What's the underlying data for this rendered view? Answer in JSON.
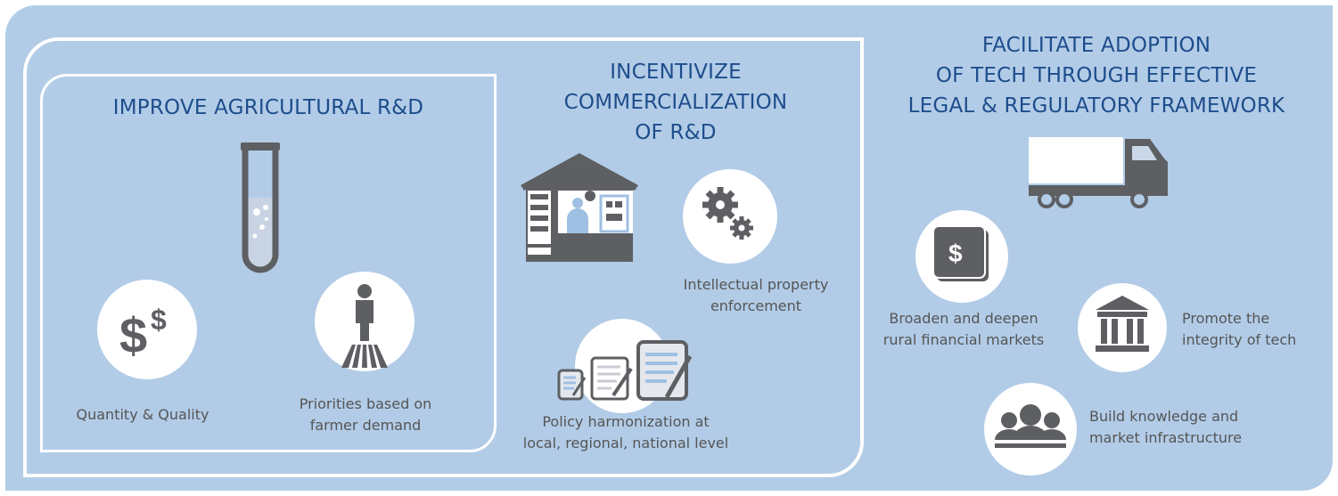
{
  "sections": {
    "rd": {
      "title": "IMPROVE AGRICULTURAL R&D",
      "items": [
        {
          "label": "Quantity & Quality",
          "icon": "dollar-icon"
        },
        {
          "label_line1": "Priorities based on",
          "label_line2": "farmer demand",
          "icon": "farmer-icon"
        }
      ],
      "icon": "test-tube-icon"
    },
    "commercial": {
      "title_line1": "INCENTIVIZE",
      "title_line2": "COMMERCIALIZATION",
      "title_line3": "OF R&D",
      "icon": "shop-icon",
      "items": [
        {
          "label_line1": "Intellectual property",
          "label_line2": "enforcement",
          "icon": "gears-icon"
        },
        {
          "label_line1": "Policy harmonization at",
          "label_line2": "local, regional, national level",
          "icon": "documents-icon"
        }
      ]
    },
    "adoption": {
      "title_line1": "FACILITATE ADOPTION",
      "title_line2": "OF TECH THROUGH EFFECTIVE",
      "title_line3": "LEGAL & REGULATORY FRAMEWORK",
      "icon": "truck-icon",
      "items": [
        {
          "label_line1": "Broaden and deepen",
          "label_line2": "rural financial markets",
          "icon": "finance-book-icon"
        },
        {
          "label_line1": "Promote the",
          "label_line2": "integrity of tech",
          "icon": "institution-icon"
        },
        {
          "label_line1": "Build knowledge and",
          "label_line2": "market infrastructure",
          "icon": "people-icon"
        }
      ]
    }
  },
  "colors": {
    "background": "#b2cce7",
    "title": "#1e4d8c",
    "icon": "#5d5f63",
    "text": "#555555"
  }
}
